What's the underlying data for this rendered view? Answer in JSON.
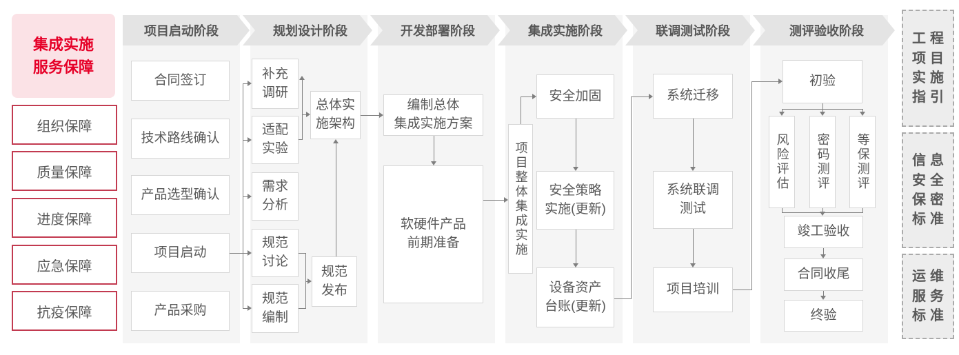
{
  "sidebar": {
    "title": "集成实施\n服务保障",
    "items": [
      {
        "label": "组织保障"
      },
      {
        "label": "质量保障"
      },
      {
        "label": "进度保障"
      },
      {
        "label": "应急保障"
      },
      {
        "label": "抗疫保障"
      }
    ]
  },
  "phases": [
    {
      "label": "项目启动阶段",
      "boxes": [
        {
          "label": "合同签订"
        },
        {
          "label": "技术路线确认"
        },
        {
          "label": "产品选型确认"
        },
        {
          "label": "项目启动"
        },
        {
          "label": "产品采购"
        }
      ]
    },
    {
      "label": "规划设计阶段",
      "boxes": [
        {
          "label": "补充\n调研"
        },
        {
          "label": "适配\n实验"
        },
        {
          "label": "需求\n分析"
        },
        {
          "label": "规范\n讨论"
        },
        {
          "label": "规范\n编制"
        },
        {
          "label": "总体实\n施架构"
        },
        {
          "label": "规范\n发布"
        }
      ]
    },
    {
      "label": "开发部署阶段",
      "boxes": [
        {
          "label": "编制总体\n集成实施方案"
        },
        {
          "label": "软硬件产品\n前期准备"
        }
      ]
    },
    {
      "label": "集成实施阶段",
      "boxes": [
        {
          "label": "项目整体集成实施"
        },
        {
          "label": "安全加固"
        },
        {
          "label": "安全策略\n实施(更新)"
        },
        {
          "label": "设备资产\n台账(更新)"
        }
      ]
    },
    {
      "label": "联调测试阶段",
      "boxes": [
        {
          "label": "系统迁移"
        },
        {
          "label": "系统联调\n测试"
        },
        {
          "label": "项目培训"
        }
      ]
    },
    {
      "label": "测评验收阶段",
      "boxes": [
        {
          "label": "初验"
        },
        {
          "label": "风险评估"
        },
        {
          "label": "密码测评"
        },
        {
          "label": "等保测评"
        },
        {
          "label": "竣工验收"
        },
        {
          "label": "合同收尾"
        },
        {
          "label": "终验"
        }
      ]
    }
  ],
  "standards": [
    {
      "lines": [
        "工程",
        "项目",
        "实施",
        "指引"
      ]
    },
    {
      "lines": [
        "信息",
        "安全",
        "保密",
        "标准"
      ]
    },
    {
      "lines": [
        "运维",
        "服务",
        "标准"
      ]
    }
  ],
  "colors": {
    "accent_red": "#e60028",
    "title_bg": "#fbe2e6",
    "sidebar_border": "#c23a50",
    "phase_header_bg": "#e4e4e4",
    "column_bg": "#f5f5f5",
    "box_border": "#d6d6d6",
    "text_gray": "#595959",
    "connector": "#7f7f7f",
    "standard_bg": "#ededed"
  }
}
